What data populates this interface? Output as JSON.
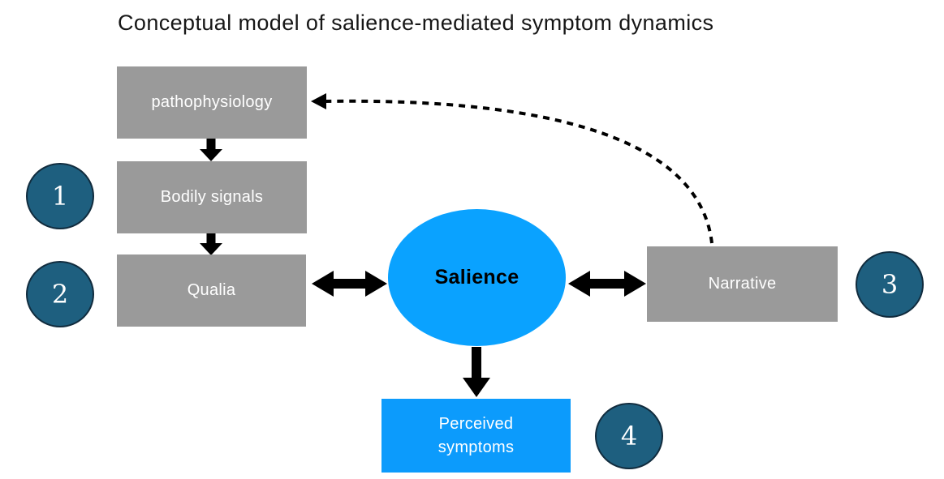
{
  "title": "Conceptual model of salience-mediated symptom dynamics",
  "nodes": {
    "pathophysiology": {
      "label": "pathophysiology"
    },
    "bodily_signals": {
      "label": "Bodily signals"
    },
    "qualia": {
      "label": "Qualia"
    },
    "salience": {
      "label": "Salience"
    },
    "narrative": {
      "label": "Narrative"
    },
    "perceived_symptoms": {
      "label": "Perceived symptoms"
    }
  },
  "markers": [
    {
      "label": "1"
    },
    {
      "label": "2"
    },
    {
      "label": "3"
    },
    {
      "label": "4"
    }
  ],
  "edges": [
    {
      "from": "pathophysiology",
      "to": "bodily_signals",
      "style": "solid-arrow"
    },
    {
      "from": "bodily_signals",
      "to": "qualia",
      "style": "solid-arrow"
    },
    {
      "from": "qualia",
      "to": "salience",
      "style": "double-arrow"
    },
    {
      "from": "salience",
      "to": "narrative",
      "style": "double-arrow"
    },
    {
      "from": "salience",
      "to": "perceived_symptoms",
      "style": "solid-arrow"
    },
    {
      "from": "narrative",
      "to": "pathophysiology",
      "style": "dashed-arrow"
    }
  ],
  "colors": {
    "box_gray": "#9a9a9a",
    "salience_blue": "#0aa2ff",
    "symptoms_blue": "#0c9bfc",
    "marker_fill": "#1e5f7f",
    "marker_border": "#112c3e",
    "arrow_black": "#000000",
    "background": "#ffffff"
  }
}
